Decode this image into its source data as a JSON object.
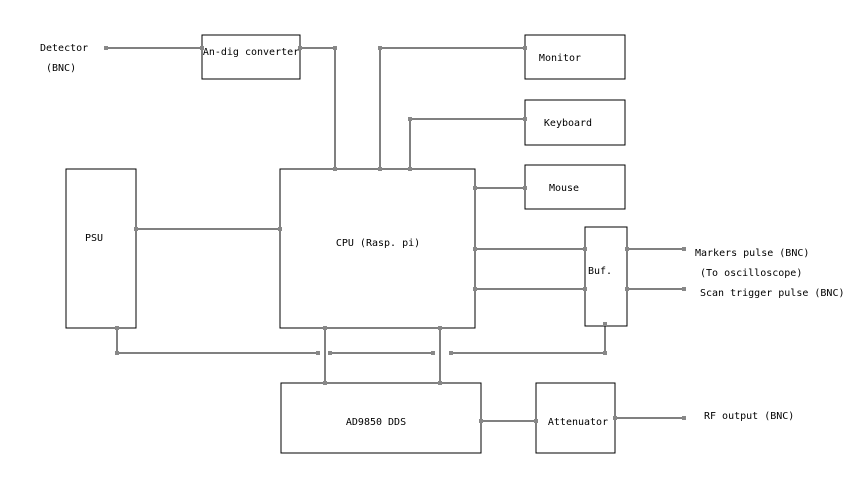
{
  "blocks": {
    "adc": "An-dig converter",
    "monitor": "Monitor",
    "keyboard": "Keyboard",
    "mouse": "Mouse",
    "psu": "PSU",
    "cpu": "CPU (Rasp. pi)",
    "buffer": "Buf.",
    "dds": "AD9850 DDS",
    "attenuator": "Attenuator"
  },
  "terminals": {
    "detector": "Detector",
    "detector_bnc": "(BNC)",
    "markers": "Markers pulse  (BNC)",
    "markers_note": "(To oscilloscope)",
    "scan_trigger": "Scan trigger pulse (BNC)",
    "rf_output": "RF output (BNC)"
  },
  "colors": {
    "line": "#000000",
    "pin": "#888888",
    "background": "#ffffff"
  }
}
